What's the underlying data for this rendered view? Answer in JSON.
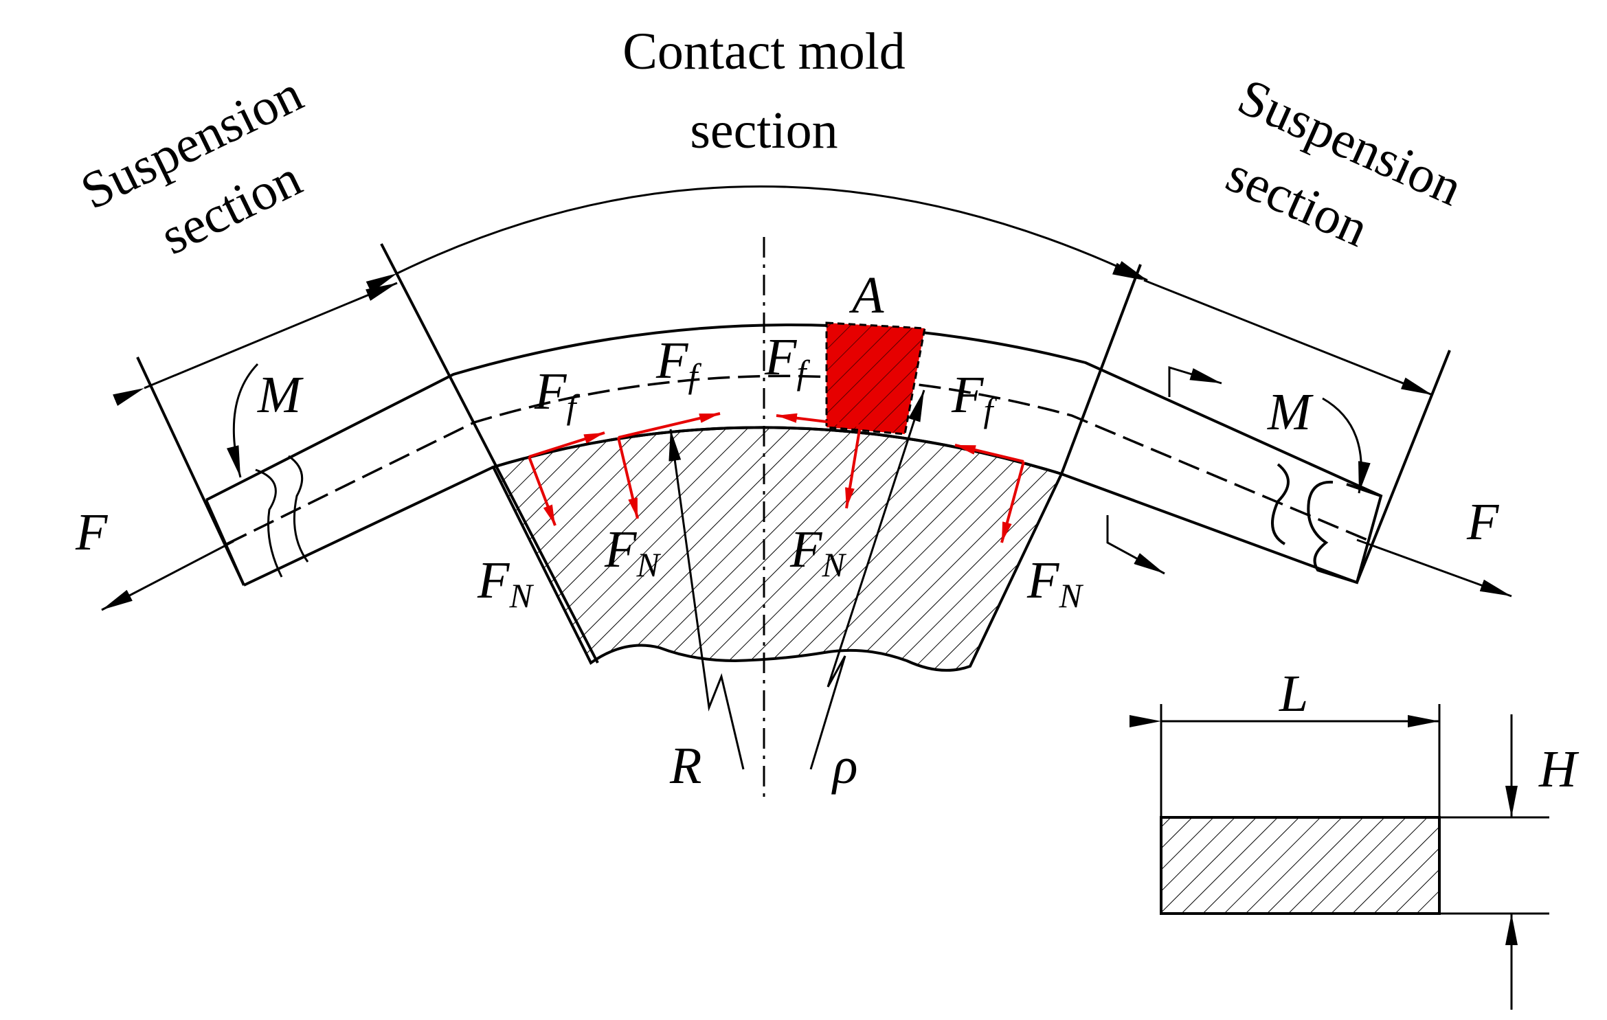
{
  "labels": {
    "contact_line1": "Contact mold",
    "contact_line2": "section",
    "suspension_left_line1": "Suspension",
    "suspension_left_line2": "section",
    "suspension_right_line1": "Suspension",
    "suspension_right_line2": "section",
    "force_F": "F",
    "moment_M": "M",
    "point_A": "A",
    "friction_main": "F",
    "friction_sub": "f",
    "normal_main": "F",
    "normal_sub": "N",
    "radius_R": "R",
    "radius_rho": "ρ",
    "width_L": "L",
    "height_H": "H"
  },
  "colors": {
    "force_vectors": "#e60000",
    "element_A_fill": "#e60000",
    "lines": "#000000"
  }
}
